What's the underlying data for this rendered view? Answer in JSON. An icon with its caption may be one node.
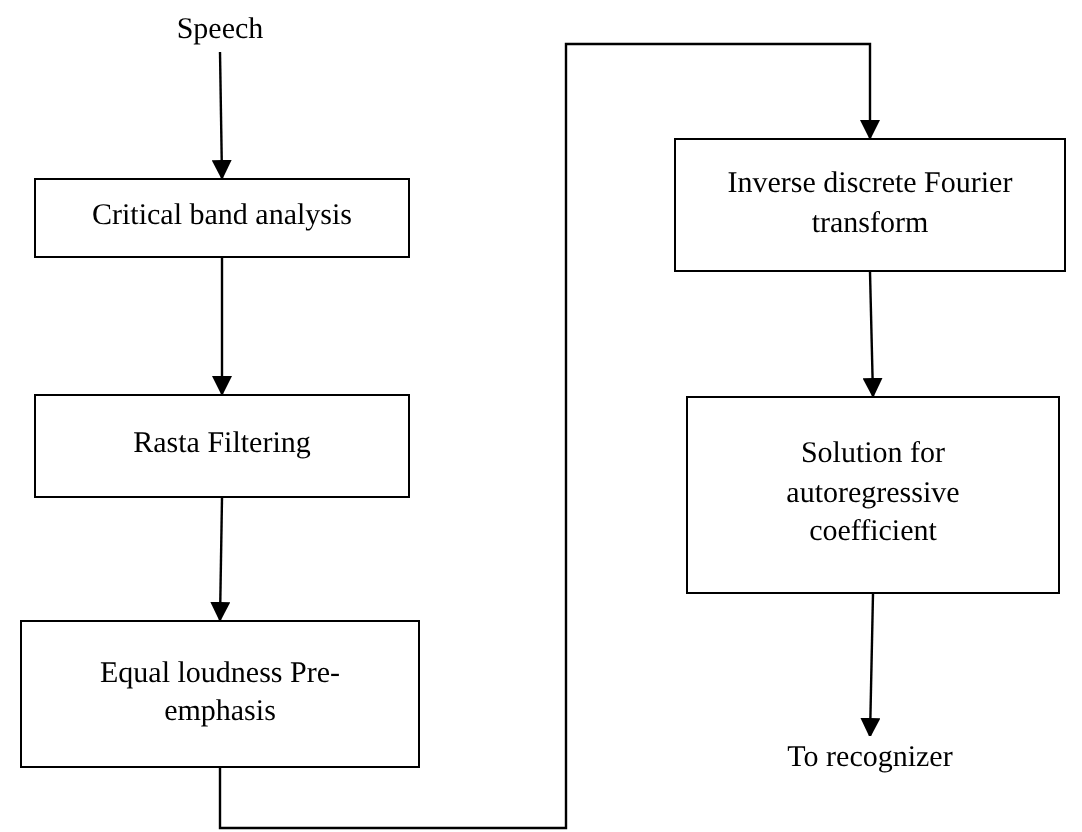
{
  "diagram": {
    "nodes": [
      {
        "text": [
          "Speech"
        ]
      },
      {
        "text": [
          "Critical band analysis"
        ]
      },
      {
        "text": [
          "Rasta Filtering"
        ]
      },
      {
        "text": [
          "Equal loudness Pre-emphasis"
        ]
      },
      {
        "text": [
          "Inverse discrete Fourier transform"
        ]
      },
      {
        "text": [
          "Solution for autoregressive coefficient"
        ]
      },
      {
        "text": [
          "To recognizer"
        ]
      }
    ],
    "edges": [
      {
        "from": 0,
        "to": 1,
        "arrow": "to"
      },
      {
        "from": 1,
        "to": 2,
        "arrow": "to"
      },
      {
        "from": 2,
        "to": 3,
        "arrow": "to"
      },
      {
        "from": 3,
        "to": 4,
        "arrow": "to"
      },
      {
        "from": 4,
        "to": 5,
        "arrow": "to"
      },
      {
        "from": 5,
        "to": 6,
        "arrow": "to"
      }
    ]
  }
}
